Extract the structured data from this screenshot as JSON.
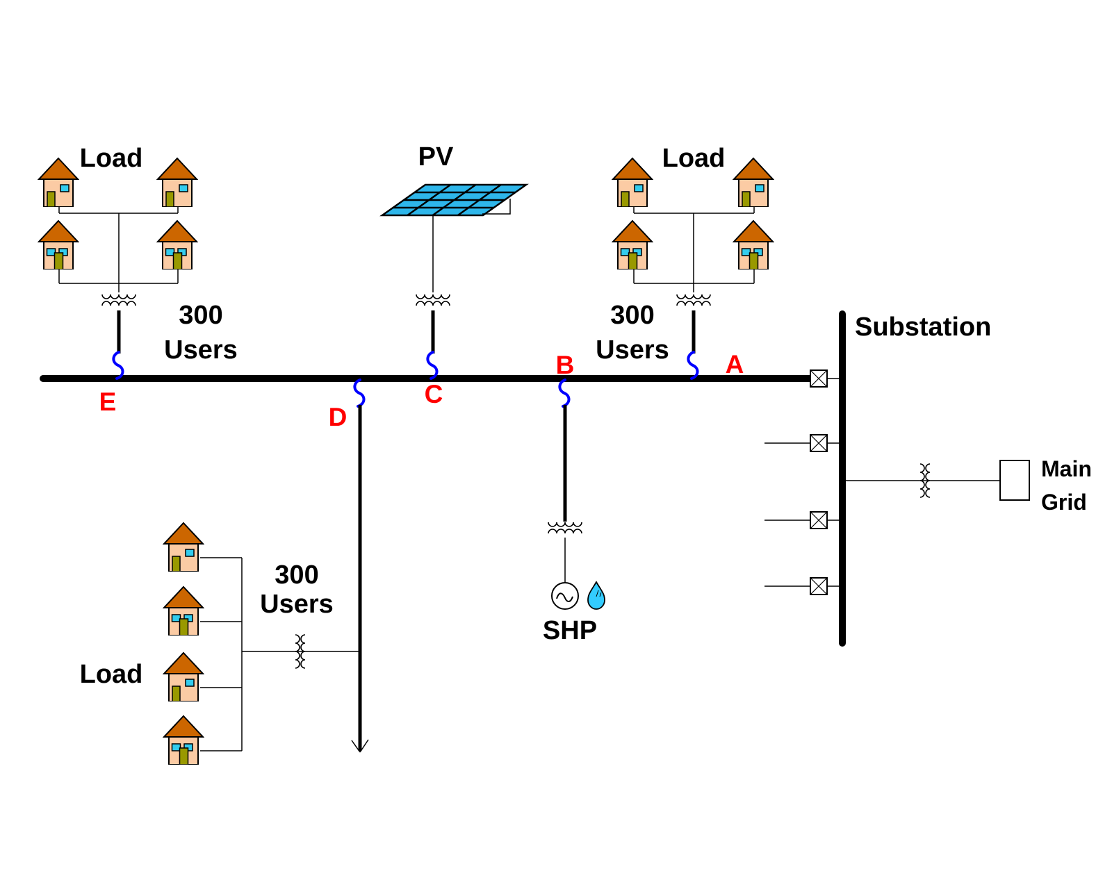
{
  "labels": {
    "load": "Load",
    "pv": "PV",
    "users_count": "300",
    "users_word": "Users",
    "substation": "Substation",
    "main_grid_line1": "Main",
    "main_grid_line2": "Grid",
    "shp": "SHP"
  },
  "bus_points": {
    "a": "A",
    "b": "B",
    "c": "C",
    "d": "D",
    "e": "E"
  },
  "colors": {
    "house_roof": "#CC6600",
    "house_body": "#FBCBA4",
    "house_window": "#33CCEE",
    "house_door": "#999900",
    "pv_panel": "#2EB6EA",
    "water_drop": "#33CCFF",
    "fuse": "#0000FF",
    "label_point": "#FF0000",
    "line": "#000000"
  }
}
